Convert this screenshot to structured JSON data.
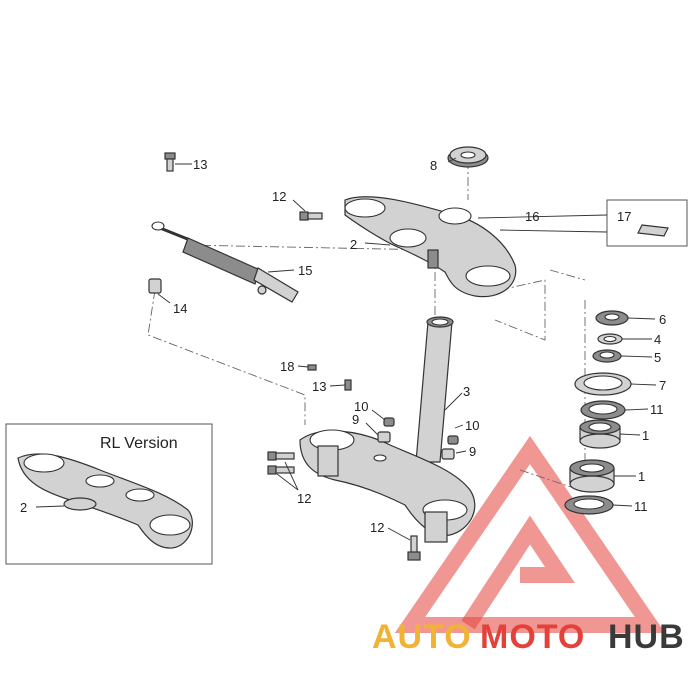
{
  "diagram": {
    "inset_title": "RL Version",
    "callouts": {
      "top_bolt": "13",
      "cap_nut": "8",
      "bolt_left": "12",
      "lettering_label": "16",
      "decal_box": "17",
      "top_clamp": "2",
      "damper": "15",
      "bushing": "14",
      "nut_6": "6",
      "washer_4": "4",
      "ring_5": "5",
      "seal_7": "7",
      "steering_stem": "3",
      "pin_18": "18",
      "pin_13": "13",
      "cap_10_left": "10",
      "cap_10_right": "10",
      "spacer_9_left": "9",
      "spacer_9_right": "9",
      "bearing_top": "1",
      "bearing_bottom": "1",
      "dust_seal_top": "11",
      "dust_seal_bottom": "11",
      "bolts_pair": "12",
      "bolt_bottom": "12",
      "inset_clamp": "2"
    }
  },
  "watermark": {
    "word_auto": "AUTO",
    "word_moto": "MOTO",
    "word_hub": "HUB"
  }
}
